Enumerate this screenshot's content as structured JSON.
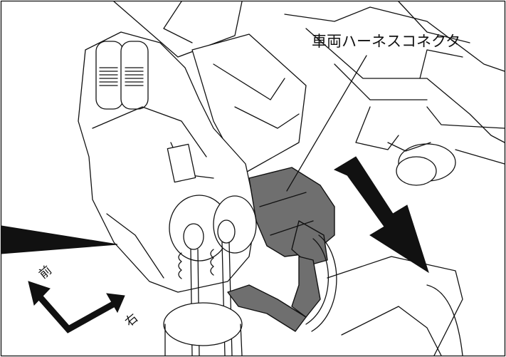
{
  "callout": {
    "connector_label": "車両ハーネスコネクタ"
  },
  "orientation": {
    "front_label": "前",
    "right_label": "右"
  },
  "colors": {
    "line": "#111111",
    "fill": "#ffffff",
    "connector_gray": "#6f6f6f"
  },
  "icons": [
    "direction-arrow-icon",
    "orientation-arrow-icon"
  ]
}
